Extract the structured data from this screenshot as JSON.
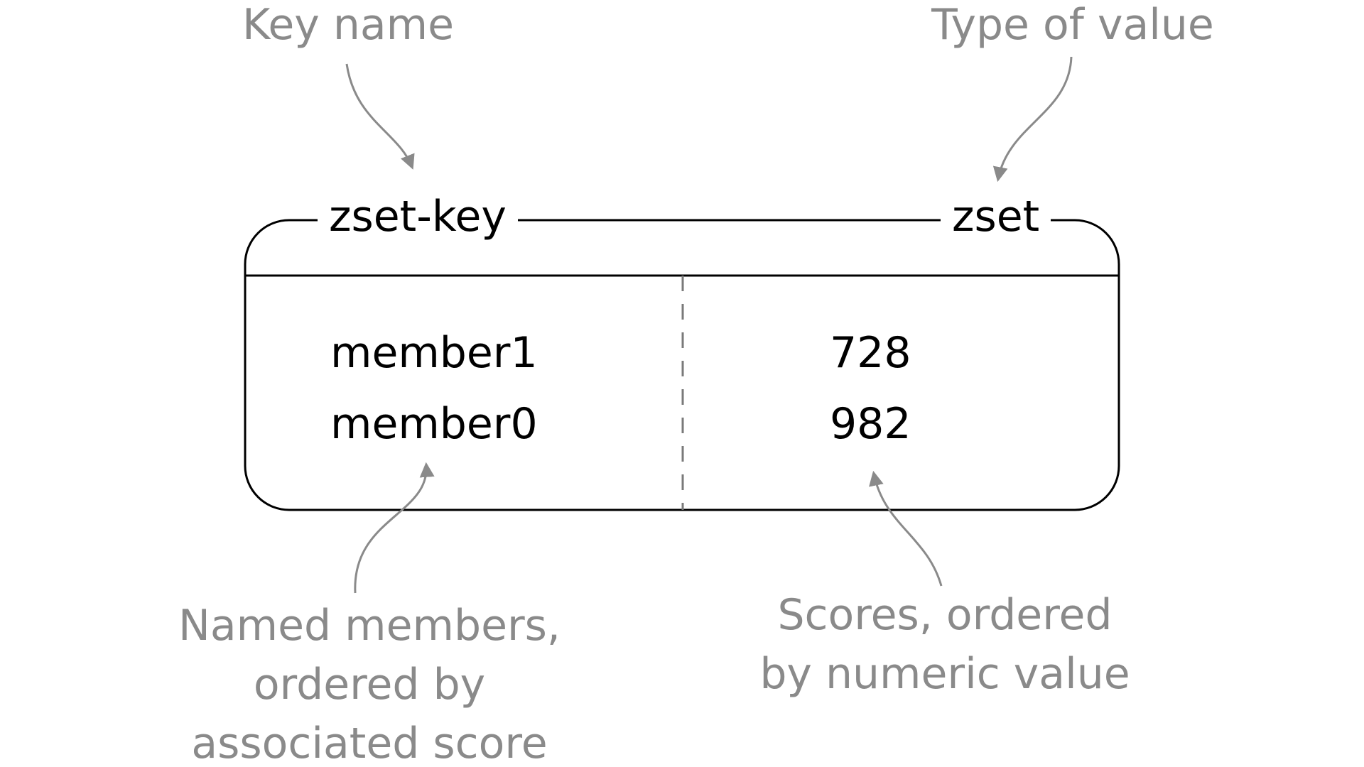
{
  "annotations": {
    "key_name": "Key name",
    "value_type": "Type of value",
    "members_note": "Named members,\nordered by\nassociated score",
    "scores_note": "Scores, ordered\nby numeric value"
  },
  "zset": {
    "key": "zset-key",
    "type": "zset",
    "entries": [
      {
        "member": "member1",
        "score": "728"
      },
      {
        "member": "member0",
        "score": "982"
      }
    ]
  },
  "colors": {
    "annotation": "#8a8a8a",
    "box_stroke": "#000000",
    "divider": "#7a7a7a",
    "text": "#000000"
  }
}
